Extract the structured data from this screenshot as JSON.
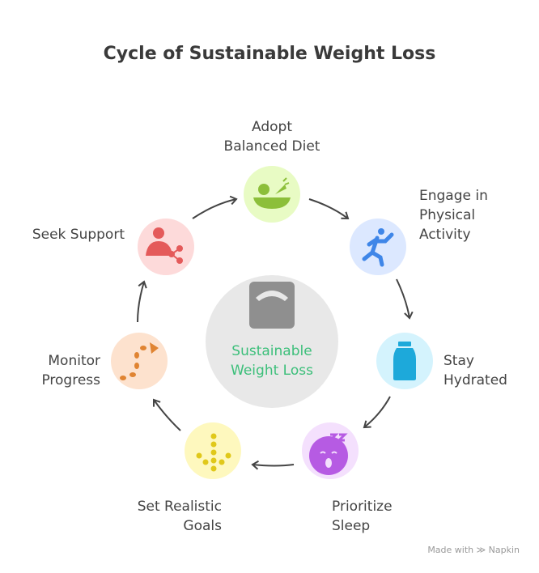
{
  "title": "Cycle of Sustainable Weight Loss",
  "center": {
    "line1": "Sustainable",
    "line2": "Weight Loss",
    "icon": "scale-icon"
  },
  "steps": [
    {
      "line1": "Adopt",
      "line2": "Balanced Diet",
      "icon": "salad-bowl-icon",
      "bg": "#E8FBC4",
      "fg": "#8CBF3A"
    },
    {
      "line1": "Engage in",
      "line2": "Physical",
      "line3": "Activity",
      "icon": "running-person-icon",
      "bg": "#DCE8FF",
      "fg": "#3F86E8"
    },
    {
      "line1": "Stay",
      "line2": "Hydrated",
      "icon": "water-bottle-icon",
      "bg": "#D4F3FD",
      "fg": "#1DA9DA"
    },
    {
      "line1": "Prioritize",
      "line2": "Sleep",
      "icon": "sleeping-face-icon",
      "bg": "#F4E0FD",
      "fg": "#B65BE3"
    },
    {
      "line1": "Set Realistic",
      "line2": "Goals",
      "icon": "dotted-arrow-down-icon",
      "bg": "#FEF8BE",
      "fg": "#E0C81A"
    },
    {
      "line1": "Monitor",
      "line2": "Progress",
      "icon": "dotted-path-icon",
      "bg": "#FDE2CE",
      "fg": "#E08432"
    },
    {
      "line1": "Seek Support",
      "icon": "user-share-icon",
      "bg": "#FDDADA",
      "fg": "#E45A5A"
    }
  ],
  "footer": "Made with ≫ Napkin"
}
